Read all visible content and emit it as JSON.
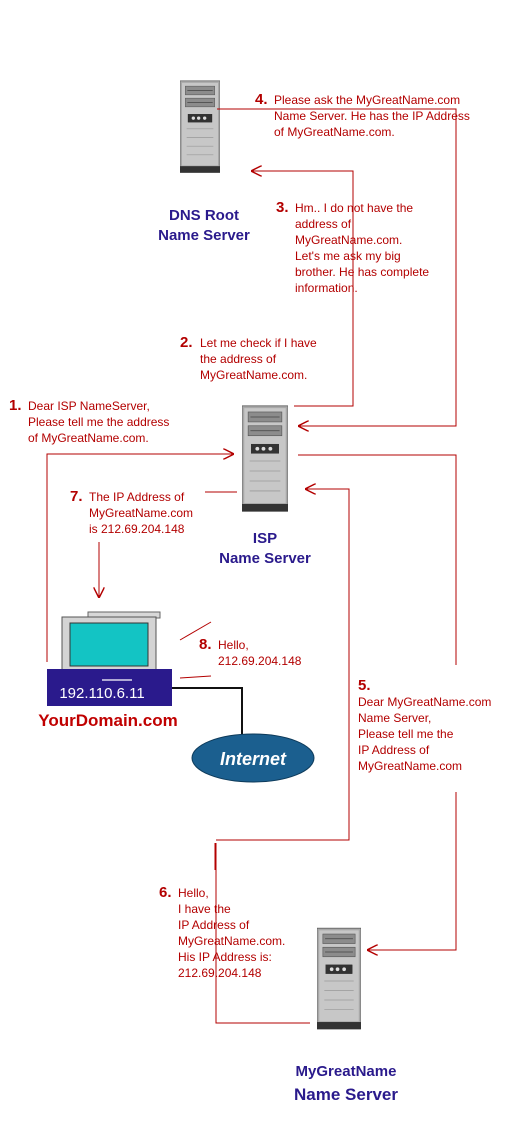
{
  "servers": {
    "dns_root": {
      "line1": "DNS Root",
      "line2": "Name Server"
    },
    "isp": {
      "line1": "ISP",
      "line2": "Name Server"
    },
    "mygreatname": {
      "line1": "MyGreatName",
      "line2": "Name Server"
    }
  },
  "client": {
    "ip": "192.110.6.11",
    "domain": "YourDomain.com"
  },
  "internet": {
    "label": "Internet"
  },
  "steps": [
    {
      "num": "1.",
      "lines": [
        "Dear ISP NameServer,",
        "Please tell me the address",
        "of MyGreatName.com."
      ]
    },
    {
      "num": "2.",
      "lines": [
        "Let me check if I have",
        "the address of",
        "MyGreatName.com."
      ]
    },
    {
      "num": "3.",
      "lines": [
        "Hm.. I do not have the",
        "address of",
        "MyGreatName.com.",
        "Let's me ask my big",
        "brother.  He has complete",
        "information."
      ]
    },
    {
      "num": "4.",
      "lines": [
        "Please ask the MyGreatName.com",
        "Name Server.  He has the IP Address",
        "of MyGreatName.com."
      ]
    },
    {
      "num": "5.",
      "lines": [
        "Dear MyGreatName.com",
        "Name Server,",
        "Please tell me the",
        "IP Address of",
        "MyGreatName.com"
      ]
    },
    {
      "num": "6.",
      "lines": [
        "Hello,",
        "I have the",
        "IP Address of",
        "MyGreatName.com.",
        "His IP Address is:",
        "212.69.204.148"
      ]
    },
    {
      "num": "7.",
      "lines": [
        "The IP Address of",
        "MyGreatName.com",
        "is 212.69.204.148"
      ]
    },
    {
      "num": "8.",
      "lines": [
        "Hello,",
        "212.69.204.148"
      ]
    }
  ],
  "colors": {
    "flow": "#b30000",
    "label": "#2a1a8c",
    "client_bar": "#2a1a8c",
    "monitor_screen": "#13c4c4",
    "internet": "#1b5f8f",
    "domain": "#c00000"
  }
}
